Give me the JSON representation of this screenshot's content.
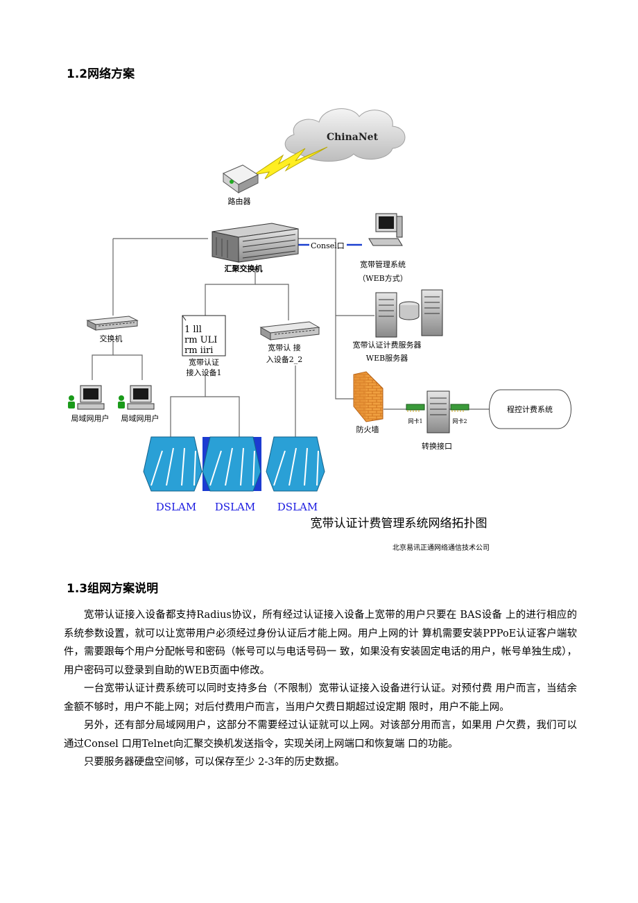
{
  "section_12": {
    "heading": "1.2网络方案"
  },
  "diagram": {
    "cloud_label": "ChinaNet",
    "router_label": "路由器",
    "core_switch_label": "汇聚交换机",
    "console_label": "Consel口",
    "mgmt_label_line1": "宽带管理系统",
    "mgmt_label_line2": "（WEB方式）",
    "server_label_line1": "宽带认证计费服务器",
    "server_label_line2": "WEB服务器",
    "switch_label": "交换机",
    "lan_user_label": "局域网用户",
    "bas1_panel": [
      "1 lll",
      "rm   ULI",
      "rm   iiri"
    ],
    "bas1_label_line1": "宽带认证",
    "bas1_label_line2": "接入设备1",
    "bas2_label_line1": "宽带认 接",
    "bas2_label_line2": "入设备2_2",
    "firewall_label": "防火墙",
    "nic1_label": "网卡1",
    "nic2_label": "网卡2",
    "converter_label": "转换接口",
    "pbx_label": "程控计费系统",
    "dslam_label": "DSLAM",
    "title": "宽带认证计费管理系统网络拓扑图",
    "credit": "北京易讯正通网络通信技术公司",
    "colors": {
      "dslam_fill": "#2aa0d6",
      "dslam_bg": "#1c3bd1",
      "firewall": "#f0a040",
      "bolt": "#ffee22",
      "console_line": "#1a3fd0"
    }
  },
  "section_13": {
    "heading": "1.3组网方案说明",
    "paragraphs": [
      "宽带认证接入设备都支持Radius协议，所有经过认证接入设备上宽带的用户只要在 BAS设备 上的进行相应的系统参数设置，就可以让宽带用户必须经过身份认证后才能上网。用户上网的计 算机需要安装PPPoE认证客户端软件，需要跟每个用户分配帐号和密码（帐号可以与电话号码一 致，如果没有安装固定电话的用户，帐号单独生成），用户密码可以登录到自助的WEB页面中修改。",
      "一台宽带认证计费系统可以同时支持多台（不限制）宽带认证接入设备进行认证。对预付费 用户而言，当结余金额不够时，用户不能上网；对后付费用户而言，当用户欠费日期超过设定期 限时，用户不能上网。",
      "另外，还有部分局域网用户，这部分不需要经过认证就可以上网。对该部分用而言，如果用 户欠费，我们可以通过Consel 口用Telnet向汇聚交换机发送指令，实现关闭上网端口和恢复端 口的功能。",
      "只要服务器硬盘空间够，可以保存至少 2-3年的历史数据。"
    ]
  }
}
